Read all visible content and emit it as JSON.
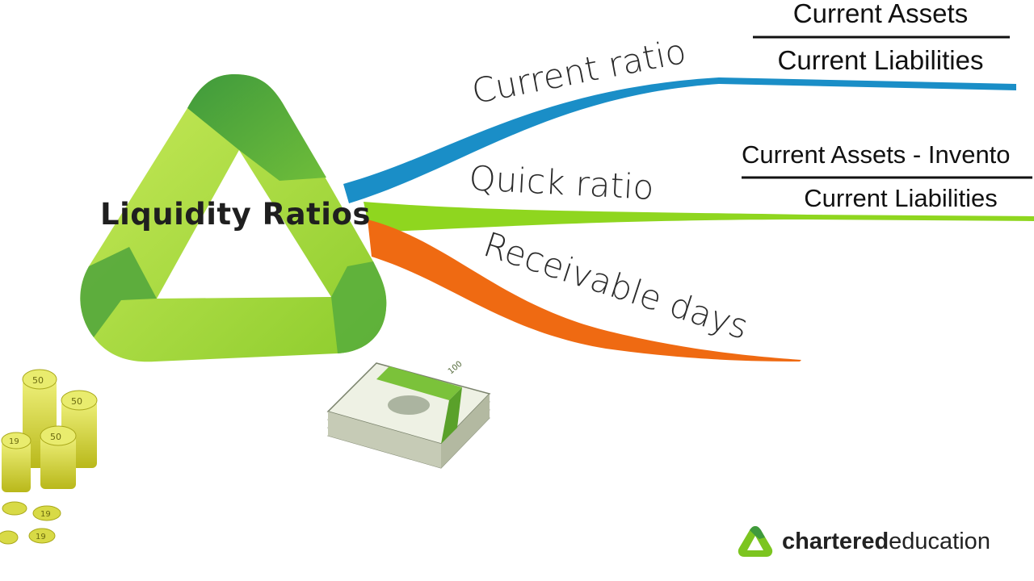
{
  "center": {
    "label": "Liquidity Ratios"
  },
  "branches": [
    {
      "label": "Current ratio",
      "color": "#1a8ec7"
    },
    {
      "label": "Quick ratio",
      "color": "#8fd61f"
    },
    {
      "label": "Receivable days",
      "color": "#ef6a12"
    }
  ],
  "formulas": {
    "current_ratio": {
      "numerator": "Current Assets",
      "denominator": "Current Liabilities"
    },
    "quick_ratio": {
      "numerator": "Current Assets - Invento",
      "denominator": "Current Liabilities"
    }
  },
  "brand": {
    "bold": "chartered",
    "regular": "education",
    "accent": "#7cc520"
  },
  "decor": {
    "coin_label_a": "50",
    "coin_label_b": "19",
    "banknote_label": "100"
  }
}
